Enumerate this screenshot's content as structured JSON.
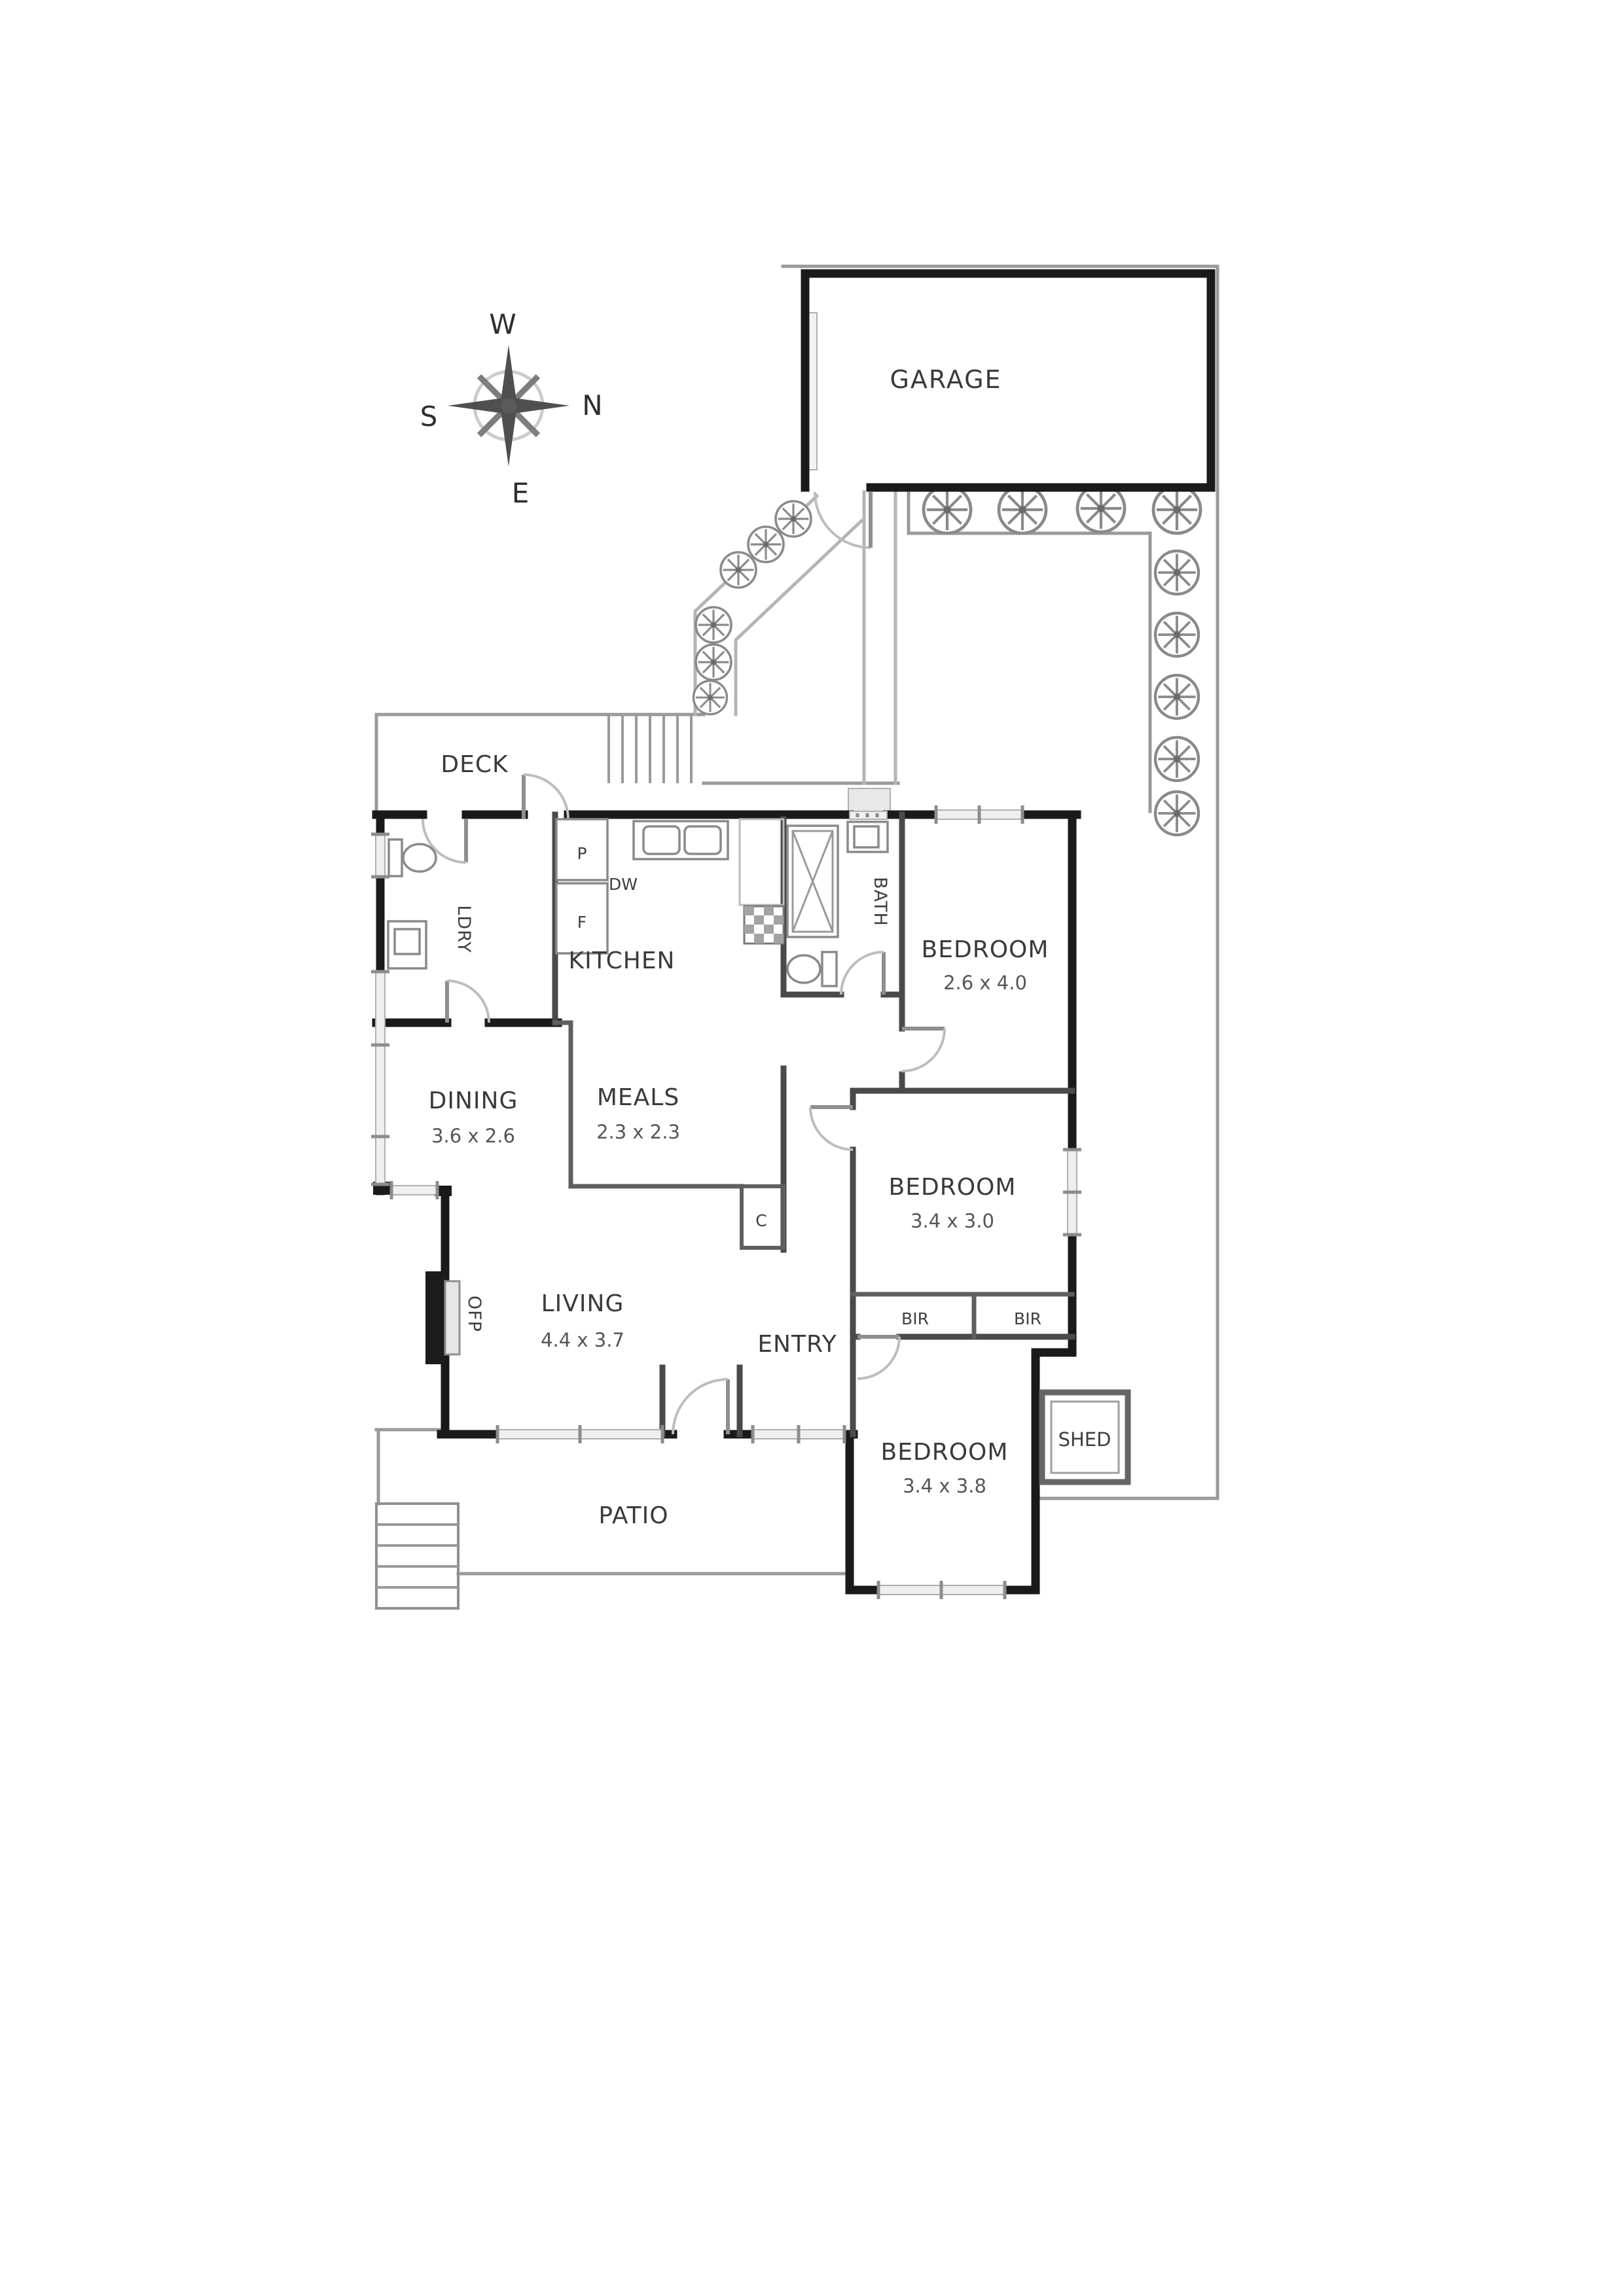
{
  "palette": {
    "wall": "#1a1a1a",
    "interior_wall": "#4a4a4a",
    "landscape_line": "#9a9a9a",
    "text": "#3a3a3a"
  },
  "compass": {
    "top": "W",
    "right": "N",
    "left": "S",
    "bottom": "E"
  },
  "rooms": {
    "garage": {
      "label": "GARAGE"
    },
    "deck": {
      "label": "DECK"
    },
    "laundry": {
      "label": "LDRY"
    },
    "kitchen": {
      "label": "KITCHEN"
    },
    "bath": {
      "label": "BATH"
    },
    "bed1": {
      "label": "BEDROOM",
      "dims": "2.6 x 4.0"
    },
    "dining": {
      "label": "DINING",
      "dims": "3.6 x 2.6"
    },
    "meals": {
      "label": "MEALS",
      "dims": "2.3 x 2.3"
    },
    "bed2": {
      "label": "BEDROOM",
      "dims": "3.4 x 3.0"
    },
    "living": {
      "label": "LIVING",
      "dims": "4.4 x 3.7"
    },
    "entry": {
      "label": "ENTRY"
    },
    "bed3": {
      "label": "BEDROOM",
      "dims": "3.4 x 3.8"
    },
    "shed": {
      "label": "SHED"
    },
    "patio": {
      "label": "PATIO"
    }
  },
  "labels": {
    "pantry": "P",
    "fridge": "F",
    "dishwasher": "DW",
    "cupboard": "C",
    "bir": "BIR",
    "fireplace": "OFP"
  }
}
